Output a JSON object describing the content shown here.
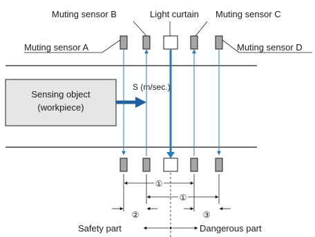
{
  "labels": {
    "muting_sensor_a": "Muting sensor A",
    "muting_sensor_b": "Muting sensor B",
    "light_curtain": "Light curtain",
    "muting_sensor_c": "Muting sensor C",
    "muting_sensor_d": "Muting sensor D",
    "sensing_object_line1": "Sensing object",
    "sensing_object_line2": "(workpiece)",
    "speed": "S (m/sec.)",
    "safety_part": "Safety part",
    "dangerous_part": "Dangerous part"
  },
  "dimension_marks": {
    "mark_1": "①",
    "mark_2": "②",
    "mark_3": "③"
  },
  "colors": {
    "beam_blue": "#2a7ab8",
    "beam_blue_dark": "#1f5fa0",
    "sensor_fill": "#a6a6a6",
    "curtain_fill": "#ffffff",
    "object_fill": "#e6e6e6",
    "line": "#1a1a1a"
  }
}
